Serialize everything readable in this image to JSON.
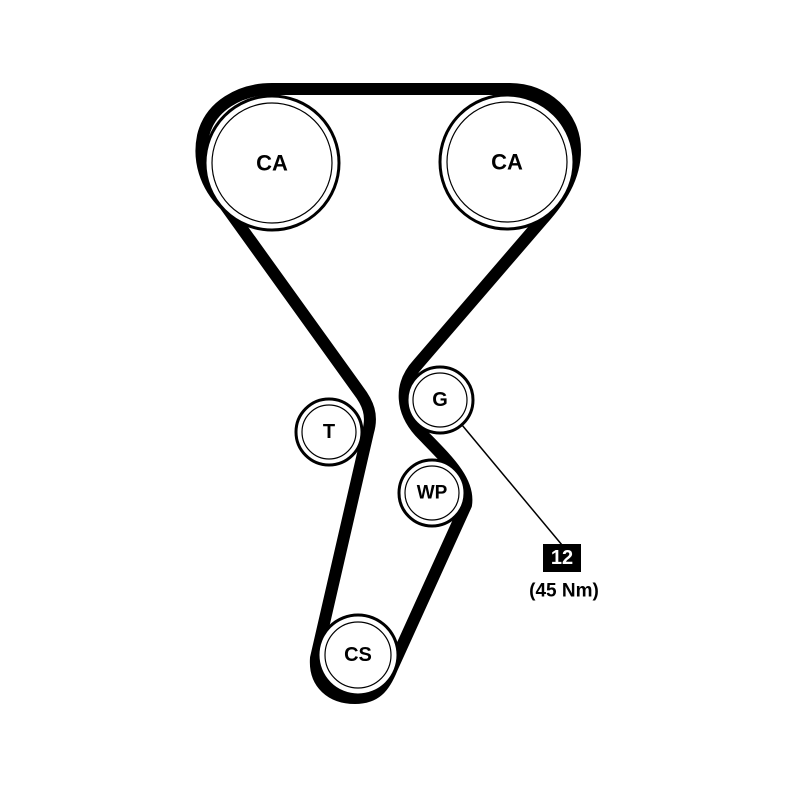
{
  "pulleys": {
    "camshaft_left": {
      "label": "CA"
    },
    "camshaft_right": {
      "label": "CA"
    },
    "tensioner": {
      "label": "T"
    },
    "guide_pulley": {
      "label": "G"
    },
    "water_pump": {
      "label": "WP"
    },
    "crankshaft": {
      "label": "CS"
    }
  },
  "callout": {
    "number": "12",
    "torque": "(45 Nm)"
  },
  "colors": {
    "belt": "#000000",
    "background": "#ffffff",
    "callout_box": "#000000"
  }
}
